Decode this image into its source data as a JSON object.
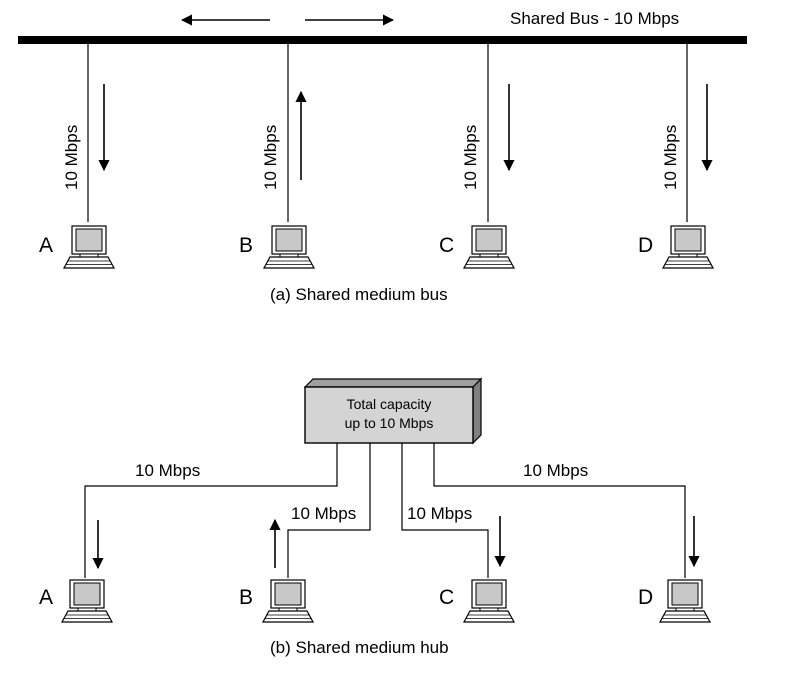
{
  "bus": {
    "title": "Shared Bus - 10 Mbps",
    "caption": "(a) Shared medium bus",
    "drop_speed_label": "10 Mbps",
    "stations": [
      {
        "label": "A",
        "flow": "down"
      },
      {
        "label": "B",
        "flow": "up"
      },
      {
        "label": "C",
        "flow": "down"
      },
      {
        "label": "D",
        "flow": "down"
      }
    ]
  },
  "hub": {
    "box_line1": "Total capacity",
    "box_line2": "up to 10 Mbps",
    "caption": "(b) Shared medium hub",
    "links": [
      {
        "label": "A",
        "speed": "10 Mbps",
        "flow": "down"
      },
      {
        "label": "B",
        "speed": "10 Mbps",
        "flow": "up"
      },
      {
        "label": "C",
        "speed": "10 Mbps",
        "flow": "down"
      },
      {
        "label": "D",
        "speed": "10 Mbps",
        "flow": "down"
      }
    ]
  },
  "colors": {
    "line": "#000000",
    "monitor_fill": "#c8c8c8",
    "hub_fill": "#d4d4d4",
    "hub_edge": "#808080"
  }
}
